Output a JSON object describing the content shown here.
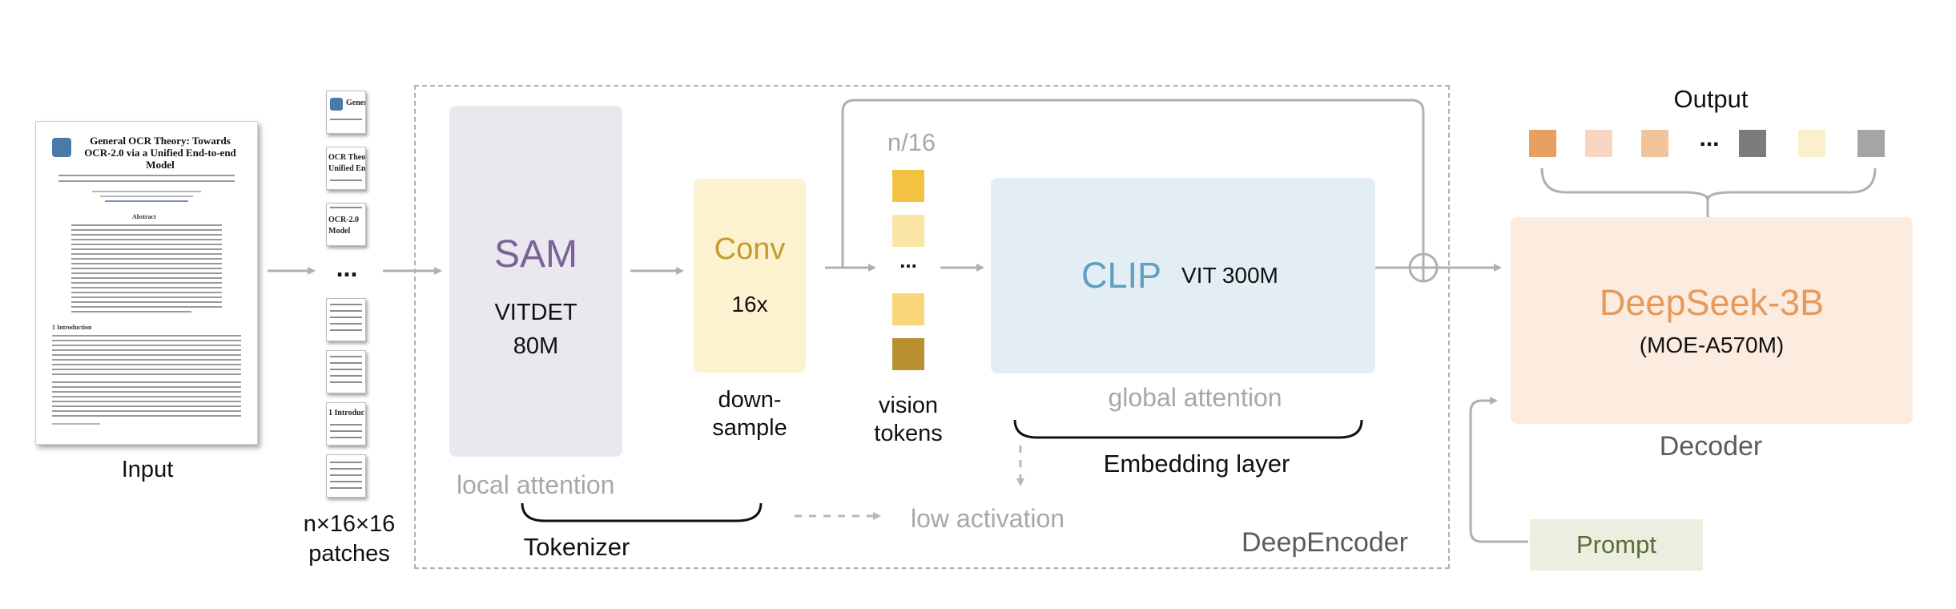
{
  "input": {
    "label": "Input",
    "doc_title": "General OCR Theory: Towards OCR-2.0 via a Unified End-to-end Model",
    "doc_sections": [
      "Abstract",
      "1 Introduction"
    ]
  },
  "patches": {
    "label": "n×16×16\npatches",
    "dots": "...",
    "snippets": [
      "General",
      "OCR Theory:",
      "Unified End",
      "OCR-2.0",
      "Model",
      "1 Introduc"
    ]
  },
  "encoder": {
    "name": "DeepEncoder",
    "sam": {
      "title": "SAM",
      "subtitle_line1": "VITDET",
      "subtitle_line2": "80M",
      "attention": "local attention"
    },
    "tokenizer_label": "Tokenizer",
    "conv": {
      "title": "Conv",
      "factor": "16x",
      "caption_line1": "down-",
      "caption_line2": "sample"
    },
    "vision_tokens": {
      "count_label": "n/16",
      "dots": "...",
      "caption_line1": "vision",
      "caption_line2": "tokens"
    },
    "clip": {
      "title": "CLIP",
      "subtitle": "VIT 300M",
      "attention": "global attention"
    },
    "embedding_label": "Embedding layer",
    "low_activation": "low activation"
  },
  "decoder": {
    "title": "DeepSeek-3B",
    "subtitle": "(MOE-A570M)",
    "label": "Decoder"
  },
  "output": {
    "label": "Output",
    "dots": "...",
    "token_colors": [
      "#e8a060",
      "#f6d6c0",
      "#f1c49c",
      "#7c7c7c",
      "#fbf0cc",
      "#a5a5a5"
    ]
  },
  "prompt": {
    "label": "Prompt"
  },
  "colors": {
    "sam_box": "#ebe7ef",
    "sam_text": "#7a6398",
    "conv_box": "#fdf2cf",
    "conv_text": "#c39b31",
    "clip_box": "#e3eef4",
    "clip_text": "#5e9fc2",
    "decoder_box": "#fcebdf",
    "decoder_text": "#e59a5c",
    "prompt_box": "#eaefdf",
    "prompt_text": "#5e6a3a",
    "token_gold_bright": "#f4c243",
    "token_gold_light": "#fbe5a4",
    "token_gold_mid": "#f8d67a",
    "token_gold_dark": "#b89030",
    "gray_text": "#a8a8a8",
    "dark_gray_text": "#5c5c5c"
  }
}
